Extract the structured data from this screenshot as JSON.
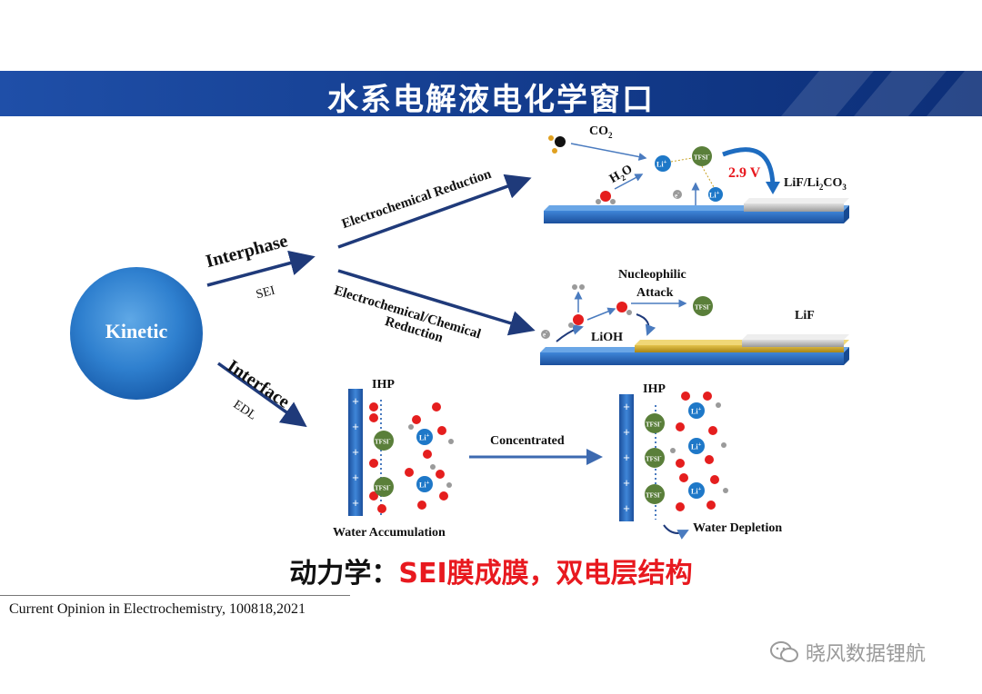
{
  "title": "水系电解液电化学窗口",
  "center_label": "Kinetic",
  "branches": {
    "interphase": "Interphase",
    "sei": "SEI",
    "interface": "Interface",
    "edl": "EDL"
  },
  "paths": {
    "electrochemical_reduction": "Electrochemical Reduction",
    "electrochemical_chemical": "Electrochemical/Chemical",
    "reduction": "Reduction"
  },
  "panel_top": {
    "co2": "CO",
    "co2_sub": "2",
    "h2o": "H",
    "h2o_sub": "2",
    "h2o_o": "O",
    "voltage": "2.9 V",
    "product": "LiF/Li",
    "product_sub1": "2",
    "product_mid": "CO",
    "product_sub2": "3"
  },
  "panel_mid": {
    "nucleophilic": "Nucleophilic",
    "attack": "Attack",
    "lioh": "LiOH",
    "lif": "LiF"
  },
  "panel_bottom": {
    "ihp_left": "IHP",
    "ihp_right": "IHP",
    "concentrated": "Concentrated",
    "water_accumulation": "Water Accumulation",
    "water_depletion": "Water Depletion"
  },
  "species": {
    "tfsi": "TFSI",
    "li": "Li",
    "e": "e"
  },
  "summary": {
    "prefix": "动力学：",
    "highlight": "SEI膜成膜，双电层结构"
  },
  "citation": "Current Opinion in Electrochemistry, 100818,2021",
  "watermark": "晓风数据锂航",
  "colors": {
    "banner": "#1a4aa0",
    "arrow": "#1f3a7a",
    "summary_red": "#e8191f",
    "tfsi_green": "#5a7f3a",
    "li_blue": "#1e78c8",
    "oxygen_red": "#e51e1e",
    "electrode_blue": "#2a6ec4"
  }
}
